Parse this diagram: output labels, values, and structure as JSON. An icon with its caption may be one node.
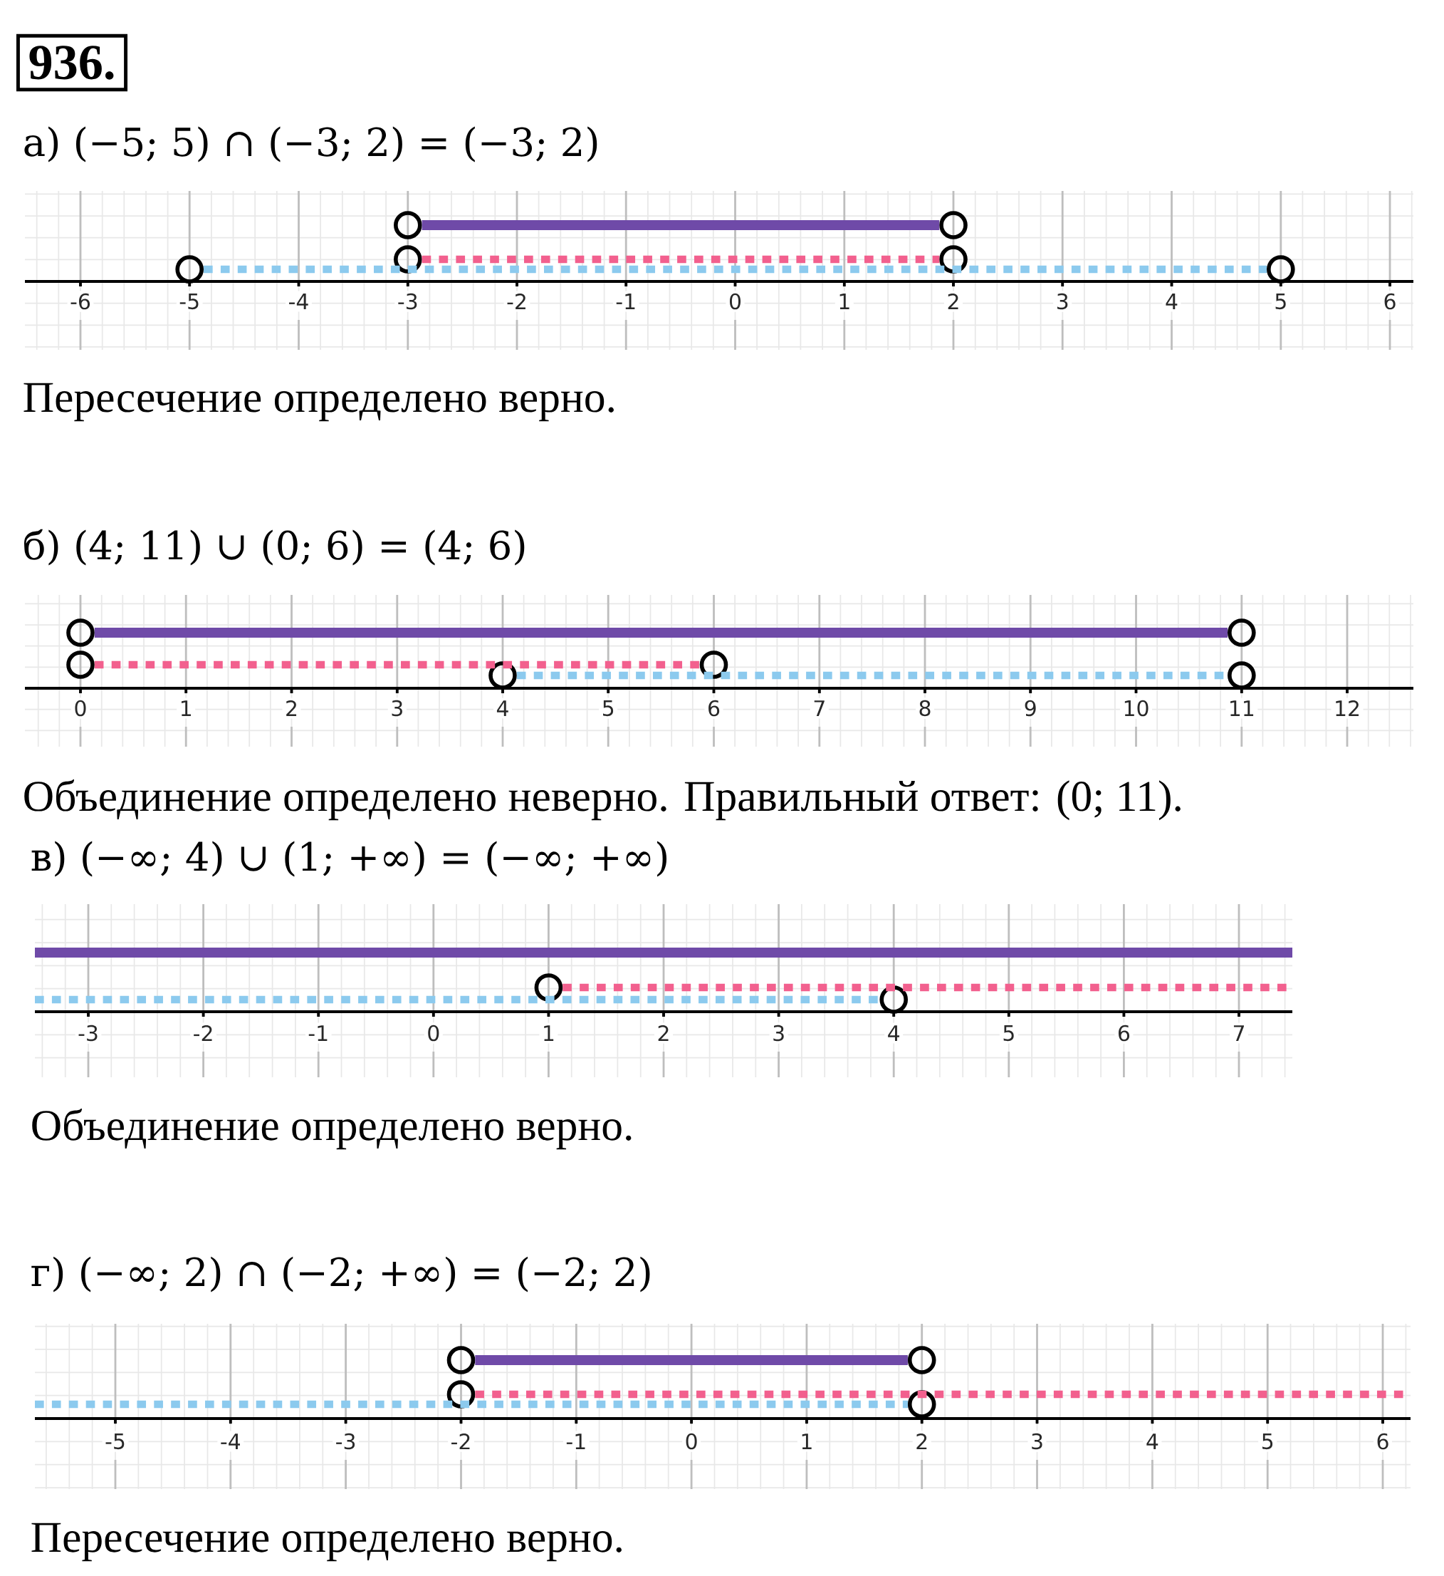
{
  "diagram": {
    "nodes": [
      {
        "text": [
          "936."
        ]
      },
      {
        "text": [],
        "shape": "circle"
      },
      {
        "text": [],
        "shape": "circle"
      },
      {
        "text": [],
        "shape": "circle"
      },
      {
        "text": [],
        "shape": "circle"
      },
      {
        "text": [],
        "shape": "circle"
      },
      {
        "text": [],
        "shape": "circle"
      },
      {
        "text": [],
        "shape": "circle"
      },
      {
        "text": [],
        "shape": "circle"
      },
      {
        "text": [],
        "shape": "circle"
      },
      {
        "text": [],
        "shape": "circle"
      },
      {
        "text": [],
        "shape": "circle"
      },
      {
        "text": [],
        "shape": "circle"
      },
      {
        "text": [],
        "shape": "circle"
      },
      {
        "text": [],
        "shape": "circle"
      },
      {
        "text": [],
        "shape": "circle"
      },
      {
        "text": [],
        "shape": "circle"
      },
      {
        "text": [],
        "shape": "circle"
      },
      {
        "text": [],
        "shape": "circle"
      }
    ],
    "edges": [
      {
        "from": 1,
        "to": 2,
        "arrow": "none",
        "color": "#6f4aa8"
      },
      {
        "from": 3,
        "to": 4,
        "arrow": "none",
        "style": "dashed",
        "color": "#f2608e"
      },
      {
        "from": 5,
        "to": 6,
        "arrow": "none",
        "style": "dashed",
        "color": "#8ccaee"
      },
      {
        "from": 7,
        "to": 8,
        "arrow": "none",
        "color": "#6f4aa8"
      },
      {
        "from": 9,
        "to": 10,
        "arrow": "none",
        "style": "dashed",
        "color": "#f2608e"
      },
      {
        "from": 11,
        "to": 12,
        "arrow": "none",
        "style": "dashed",
        "color": "#8ccaee"
      },
      {
        "from": 13,
        "to": null,
        "arrow": "none",
        "style": "dashed",
        "color": "#f2608e"
      },
      {
        "from": null,
        "to": 14,
        "arrow": "none",
        "style": "dashed",
        "color": "#8ccaee"
      },
      {
        "from": 15,
        "to": 16,
        "arrow": "none",
        "color": "#6f4aa8"
      },
      {
        "from": 17,
        "to": null,
        "arrow": "none",
        "style": "dashed",
        "color": "#f2608e"
      },
      {
        "from": null,
        "to": 18,
        "arrow": "none",
        "style": "dashed",
        "color": "#8ccaee"
      }
    ],
    "labels": [
      "а) (−5; 5) ∩ (−3; 2) = (−3; 2)",
      "-6",
      "-5",
      "-4",
      "-3",
      "-2",
      "-1",
      "0",
      "1",
      "2",
      "3",
      "4",
      "5",
      "6",
      "Пересечение определено верно.",
      "б) (4; 11) ∪ (0; 6) = (4; 6)",
      "0",
      "1",
      "2",
      "3",
      "4",
      "5",
      "6",
      "7",
      "8",
      "9",
      "10",
      "11",
      "12",
      "Объединение определено неверно. Правильный ответ: (0; 11).",
      "в) (−∞; 4) ∪ (1; +∞) = (−∞; +∞)",
      "-3",
      "-2",
      "-1",
      "0",
      "1",
      "2",
      "3",
      "4",
      "5",
      "6",
      "7",
      "Объединение определено верно.",
      "г) (−∞; 2) ∩ (−2; +∞) = (−2; 2)",
      "-5",
      "-4",
      "-3",
      "-2",
      "-1",
      "0",
      "1",
      "2",
      "3",
      "4",
      "5",
      "6",
      "Пересечение определено верно."
    ]
  }
}
